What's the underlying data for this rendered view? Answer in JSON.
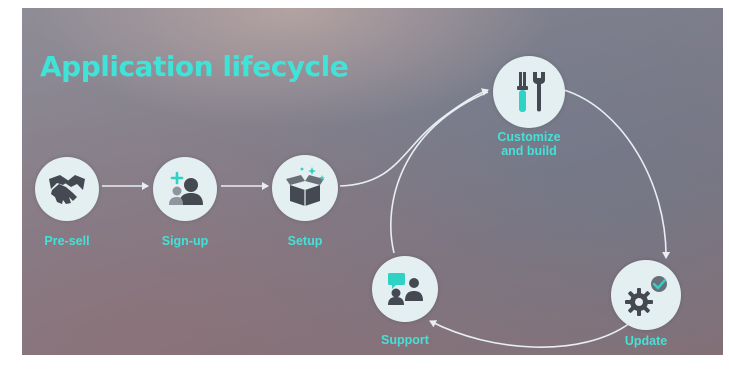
{
  "title": "Application lifecycle",
  "nodes": {
    "presell": {
      "label": "Pre-sell",
      "icon": "handshake-icon"
    },
    "signup": {
      "label": "Sign-up",
      "icon": "add-user-icon"
    },
    "setup": {
      "label": "Setup",
      "icon": "open-box-icon"
    },
    "customize": {
      "label_line1": "Customize",
      "label_line2": "and build",
      "icon": "tools-icon"
    },
    "update": {
      "label": "Update",
      "icon": "gear-update-icon"
    },
    "support": {
      "label": "Support",
      "icon": "chat-people-icon"
    }
  },
  "colors": {
    "accent": "#3fe3d8",
    "node_fill": "#e3eff0",
    "icon_dark": "#454a52",
    "arrow": "#e8eef2"
  }
}
